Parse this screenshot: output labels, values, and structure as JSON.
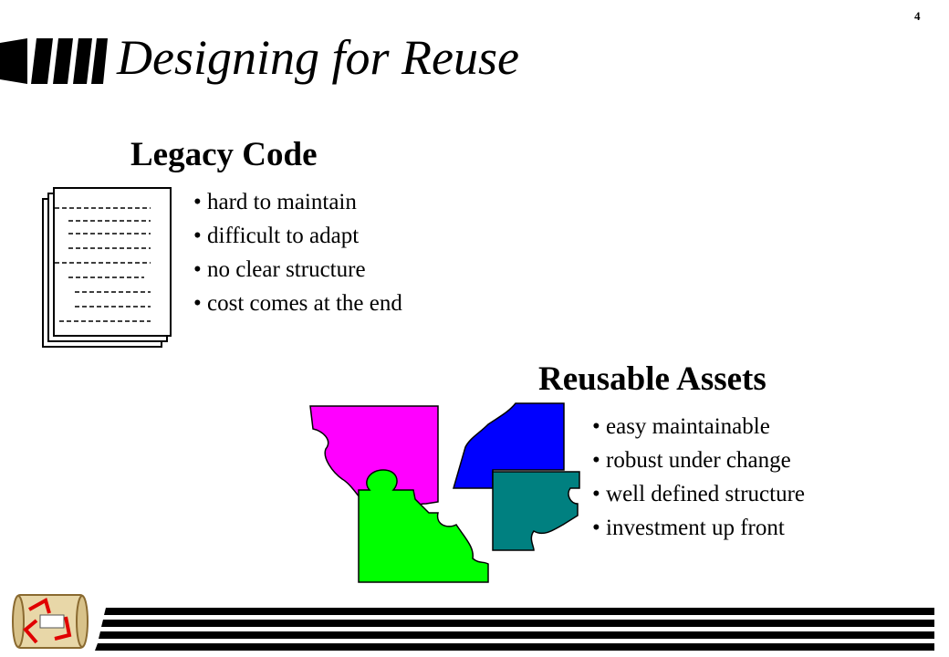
{
  "page_number": "4",
  "title": "Designing for Reuse",
  "legacy": {
    "heading": "Legacy Code",
    "items": [
      "hard to maintain",
      "difficult to adapt",
      "no clear structure",
      "cost comes at the end"
    ]
  },
  "reusable": {
    "heading": "Reusable Assets",
    "items": [
      "easy maintainable",
      "robust under change",
      "well defined structure",
      "investment up front"
    ]
  },
  "colors": {
    "magenta": "#ff00ff",
    "blue": "#0000ff",
    "teal": "#008080",
    "green": "#00ff00"
  },
  "icons": [
    "document-stack-icon",
    "puzzle-pieces-icon",
    "reuse-logo-icon"
  ]
}
